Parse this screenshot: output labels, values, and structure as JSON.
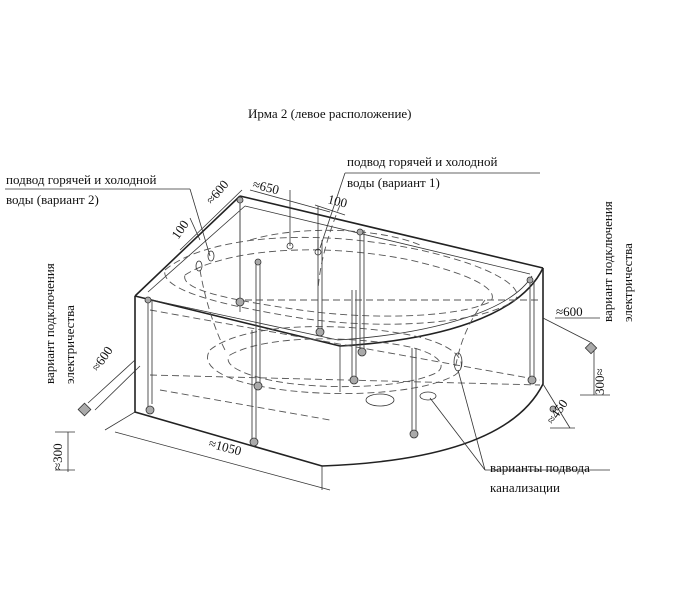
{
  "title": "Ирма 2 (левое расположение)",
  "labels": {
    "water_v2_line1": "подвод горячей и холодной",
    "water_v2_line2": "воды (вариант 2)",
    "water_v1_line1": "подвод горячей и холодной",
    "water_v1_line2": "воды (вариант 1)",
    "elec_left_line1": "вариант подключения",
    "elec_left_line2": "электричества",
    "elec_right_line1": "вариант подключения",
    "elec_right_line2": "электричества",
    "drain_line1": "варианты подвода",
    "drain_line2": "канализации"
  },
  "dimensions": {
    "d600_top": "≈600",
    "d100_left": "100",
    "d650": "≈650",
    "d100_right": "100",
    "d600_left": "≈600",
    "d300_left": "≈300",
    "d1050": "≈1050",
    "d600_right": "≈600",
    "d300_right": "300≈",
    "d450": "≈450"
  }
}
